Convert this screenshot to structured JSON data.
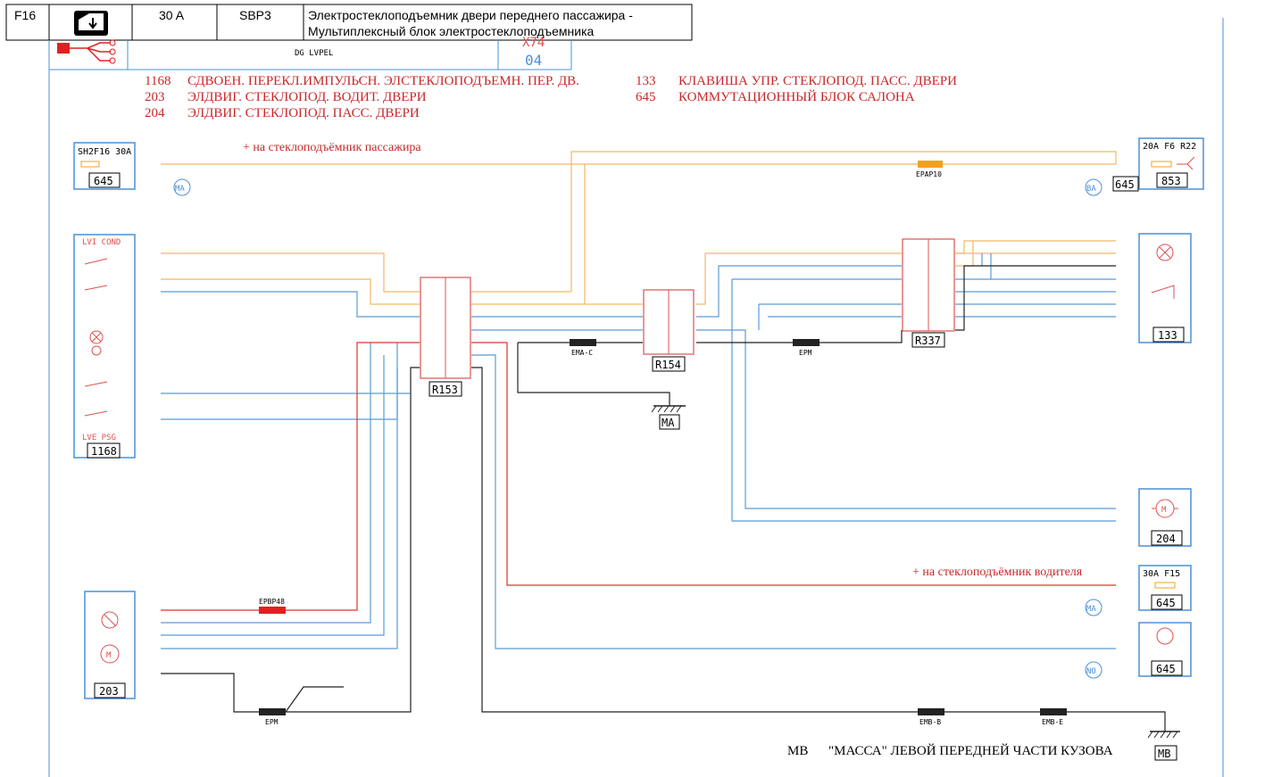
{
  "header": {
    "fuse_id": "F16",
    "amps": "30 A",
    "circuit": "SBP3",
    "title_line1": "Электростеклоподъемник двери переднего пассажира -",
    "title_line2": "Мультиплексный блок электростеклоподъемника",
    "sheet_code": "DG LVPEL",
    "sheet_top": "X74",
    "sheet_num": "04",
    "icon": "car-window-icon"
  },
  "legend": [
    {
      "code": "1168",
      "text": "СДВОЕН. ПЕРЕКЛ.ИМПУЛЬСН. ЭЛСТЕКЛОПОДЪЕМН. ПЕР. ДВ."
    },
    {
      "code": "203",
      "text": "ЭЛДВИГ. СТЕКЛОПОД. ВОДИТ. ДВЕРИ"
    },
    {
      "code": "204",
      "text": "ЭЛДВИГ. СТЕКЛОПОД. ПАСС. ДВЕРИ"
    },
    {
      "code": "133",
      "text": "КЛАВИША УПР. СТЕКЛОПОД. ПАСС. ДВЕРИ"
    },
    {
      "code": "645",
      "text": "КОММУТАЦИОННЫЙ БЛОК САЛОНА"
    }
  ],
  "notes": {
    "passenger": "+ на стеклоподъёмник пассажира",
    "driver": "+ на стеклоподъёмник водителя"
  },
  "components": {
    "c645_top": {
      "label": "645",
      "inner": "SH2F16 30A"
    },
    "c853": {
      "label": "853",
      "inner": "20A F6   R22"
    },
    "c645_right_small": "645",
    "c1168": {
      "label": "1168",
      "top": "LVI COND",
      "bottom": "LVE PSG"
    },
    "c133": "133",
    "c204": "204",
    "c203": "203",
    "c645_f15": {
      "label": "645",
      "inner": "30A  F15"
    },
    "c645_bottom": "645"
  },
  "connectors": {
    "r153": "R153",
    "r154": "R154",
    "r337": "R337"
  },
  "splices": {
    "epap10": "EPAP10",
    "ema_c": "EMA-C",
    "epm_mid": "EPM",
    "epbp48": "EPBP48",
    "epm_bottom": "EPM",
    "emb_b": "EMB-B",
    "emb_e": "EMB-E"
  },
  "grounds": {
    "ma": "MA",
    "mb": "MB",
    "mb_caption_code": "MB",
    "mb_caption": "\"МАССА\" ЛЕВОЙ ПЕРЕДНЕЙ ЧАСТИ КУЗОВА"
  },
  "markers": {
    "ma1": "MA",
    "ba": "BA",
    "ma2": "MA",
    "no": "NO"
  },
  "colors": {
    "wire_yellow": "#f0b866",
    "wire_blue": "#5b9bd5",
    "wire_red": "#d9342b",
    "wire_black": "#222222",
    "box_blue": "#4a90d9",
    "splice_orange": "#f0a020",
    "splice_red": "#e02020",
    "legend_red": "#c62828"
  }
}
